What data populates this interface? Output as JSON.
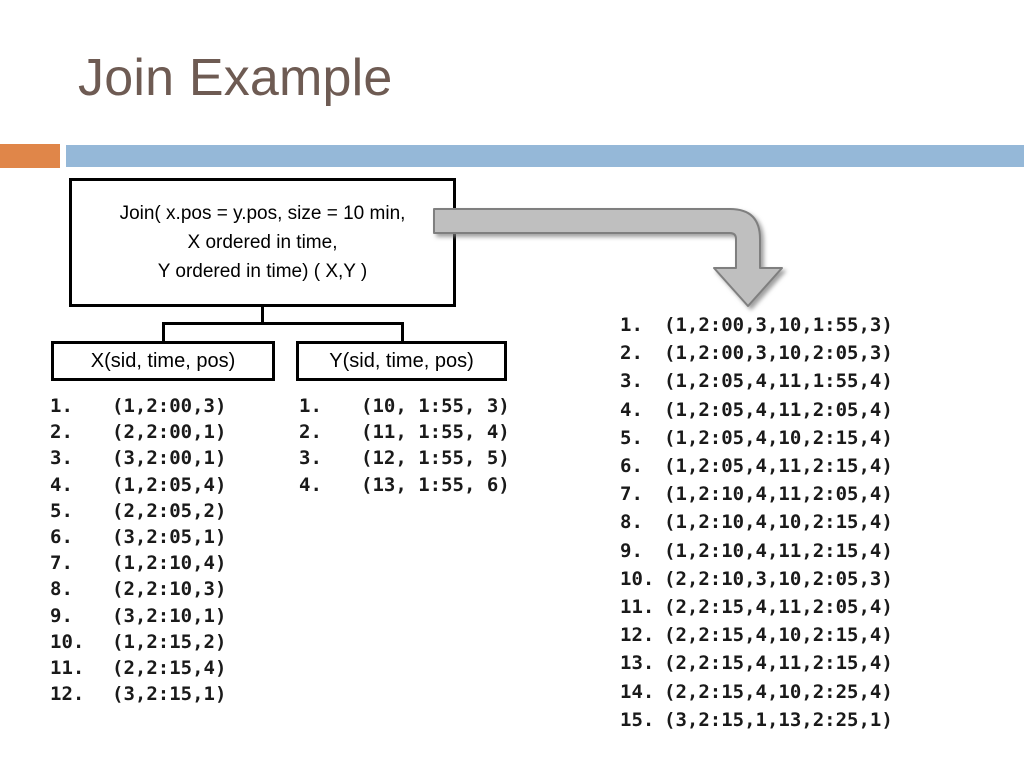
{
  "slide": {
    "title": "Join Example"
  },
  "theme": {
    "title_color": "#6E5B53",
    "accent_orange": "#E08649",
    "accent_blue": "#95B8D8",
    "arrow_fill": "#BFBFBF",
    "arrow_stroke": "#7F7F7F",
    "box_border": "#000000"
  },
  "diagram": {
    "join_box": {
      "lines": [
        "Join( x.pos = y.pos, size = 10 min,",
        "X ordered in time,",
        "Y ordered in time) ( X,Y )"
      ]
    },
    "left_child_box": {
      "label": "X(sid, time, pos)"
    },
    "right_child_box": {
      "label": "Y(sid, time, pos)"
    }
  },
  "x_stream": {
    "rows": [
      {
        "index": "1.",
        "tuple": "(1,2:00,3)"
      },
      {
        "index": "2.",
        "tuple": "(2,2:00,1)"
      },
      {
        "index": "3.",
        "tuple": "(3,2:00,1)"
      },
      {
        "index": "4.",
        "tuple": "(1,2:05,4)"
      },
      {
        "index": "5.",
        "tuple": "(2,2:05,2)"
      },
      {
        "index": "6.",
        "tuple": "(3,2:05,1)"
      },
      {
        "index": "7.",
        "tuple": "(1,2:10,4)"
      },
      {
        "index": "8.",
        "tuple": "(2,2:10,3)"
      },
      {
        "index": "9.",
        "tuple": "(3,2:10,1)"
      },
      {
        "index": "10.",
        "tuple": "(1,2:15,2)"
      },
      {
        "index": "11.",
        "tuple": "(2,2:15,4)"
      },
      {
        "index": "12.",
        "tuple": "(3,2:15,1)"
      }
    ]
  },
  "y_stream": {
    "rows": [
      {
        "index": "1.",
        "tuple": "(10, 1:55, 3)"
      },
      {
        "index": "2.",
        "tuple": "(11, 1:55, 4)"
      },
      {
        "index": "3.",
        "tuple": "(12, 1:55, 5)"
      },
      {
        "index": "4.",
        "tuple": "(13, 1:55, 6)"
      }
    ]
  },
  "result_stream": {
    "rows": [
      {
        "index": "1.",
        "tuple": "(1,2:00,3,10,1:55,3)"
      },
      {
        "index": "2.",
        "tuple": "(1,2:00,3,10,2:05,3)"
      },
      {
        "index": "3.",
        "tuple": "(1,2:05,4,11,1:55,4)"
      },
      {
        "index": "4.",
        "tuple": "(1,2:05,4,11,2:05,4)"
      },
      {
        "index": "5.",
        "tuple": "(1,2:05,4,10,2:15,4)"
      },
      {
        "index": "6.",
        "tuple": "(1,2:05,4,11,2:15,4)"
      },
      {
        "index": "7.",
        "tuple": "(1,2:10,4,11,2:05,4)"
      },
      {
        "index": "8.",
        "tuple": "(1,2:10,4,10,2:15,4)"
      },
      {
        "index": "9.",
        "tuple": "(1,2:10,4,11,2:15,4)"
      },
      {
        "index": "10.",
        "tuple": "(2,2:10,3,10,2:05,3)"
      },
      {
        "index": "11.",
        "tuple": "(2,2:15,4,11,2:05,4)"
      },
      {
        "index": "12.",
        "tuple": "(2,2:15,4,10,2:15,4)"
      },
      {
        "index": "13.",
        "tuple": "(2,2:15,4,11,2:15,4)"
      },
      {
        "index": "14.",
        "tuple": "(2,2:15,4,10,2:25,4)"
      },
      {
        "index": "15.",
        "tuple": "(3,2:15,1,13,2:25,1)"
      }
    ]
  }
}
